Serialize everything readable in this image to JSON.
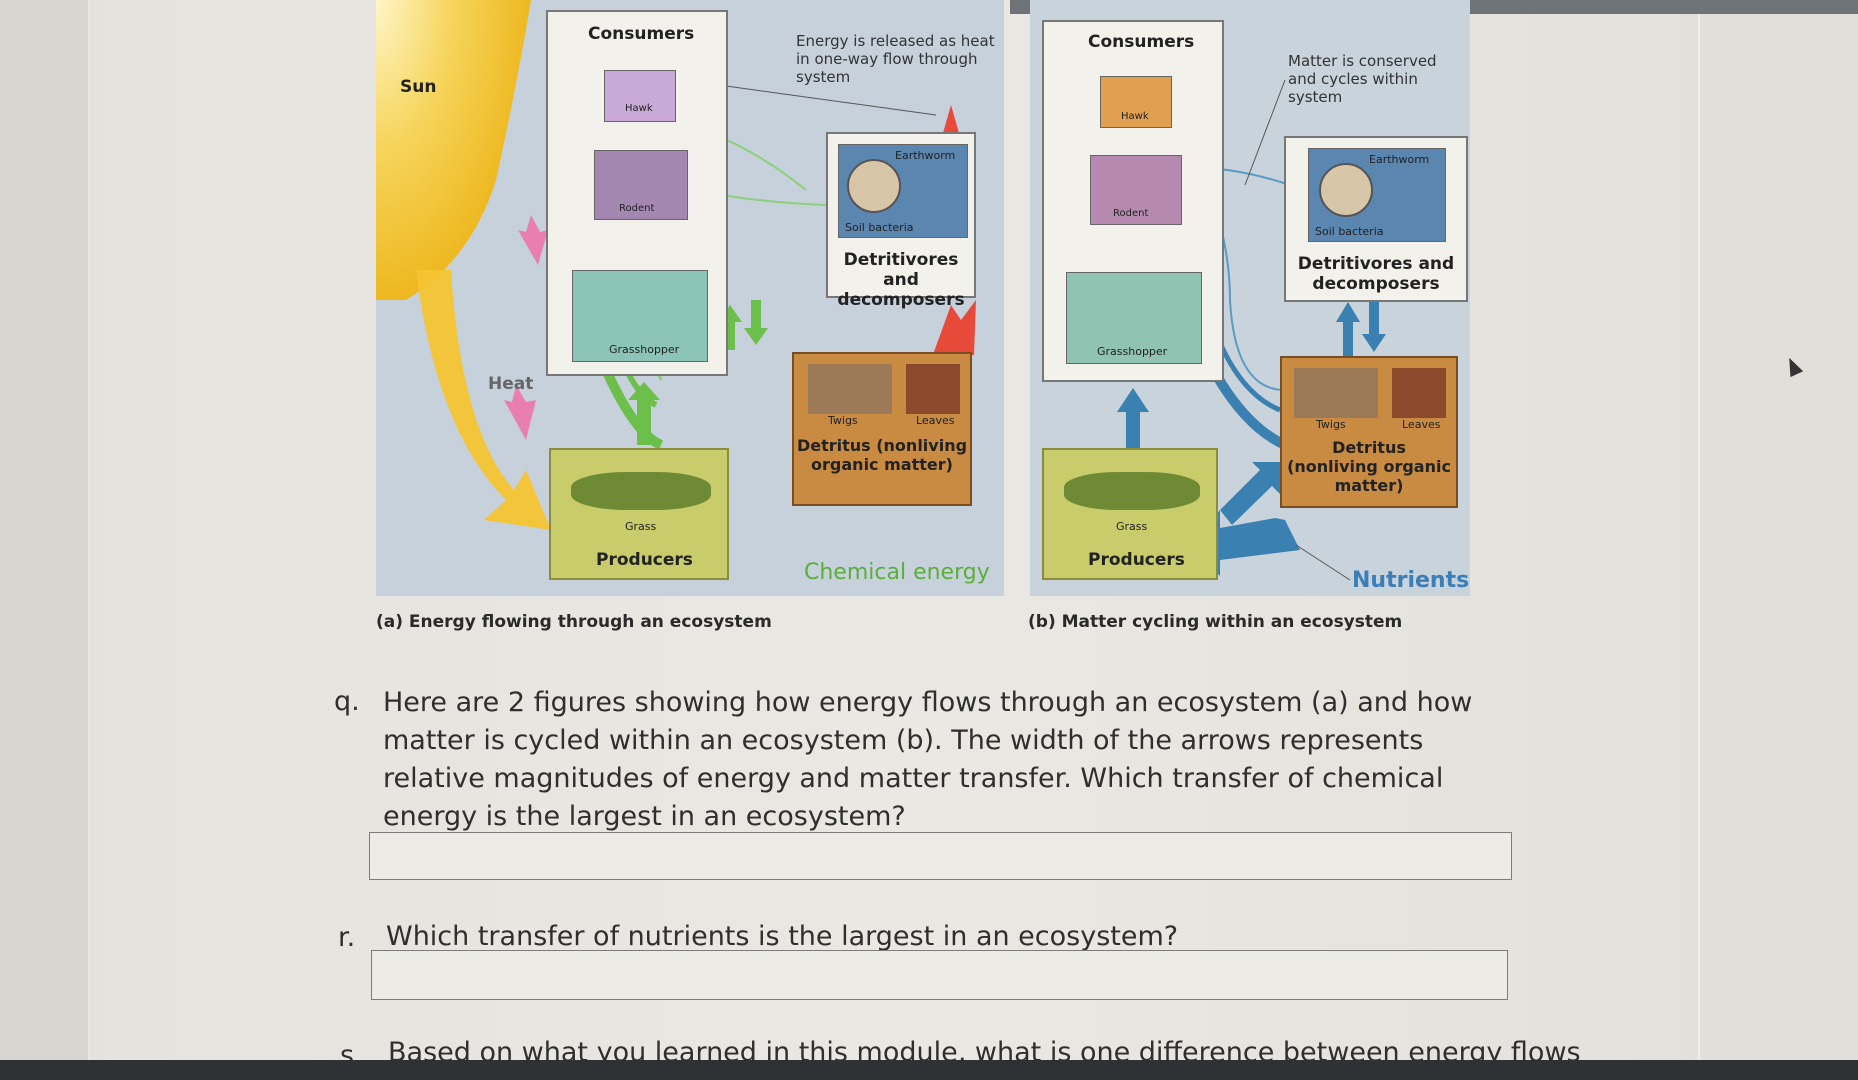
{
  "figure_a": {
    "sun_label": "Sun",
    "heat_label": "Heat",
    "consumers_label": "Consumers",
    "hawk_label": "Hawk",
    "rodent_label": "Rodent",
    "grasshopper_label": "Grasshopper",
    "grass_label": "Grass",
    "producers_label": "Producers",
    "heat_note": "Energy is released as heat in one-way flow through system",
    "earthworm_label": "Earthworm",
    "soil_bacteria_label": "Soil bacteria",
    "detritivores_label": "Detritivores and decomposers",
    "twigs_label": "Twigs",
    "leaves_label": "Leaves",
    "detritus_label": "Detritus (nonliving organic matter)",
    "chemical_energy_label": "Chemical energy",
    "caption": "(a) Energy flowing through an ecosystem"
  },
  "figure_b": {
    "consumers_label": "Consumers",
    "hawk_label": "Hawk",
    "rodent_label": "Rodent",
    "grasshopper_label": "Grasshopper",
    "grass_label": "Grass",
    "producers_label": "Producers",
    "matter_note": "Matter is conserved and cycles within system",
    "earthworm_label": "Earthworm",
    "soil_bacteria_label": "Soil bacteria",
    "detritivores_label": "Detritivores and decomposers",
    "twigs_label": "Twigs",
    "leaves_label": "Leaves",
    "detritus_label": "Detritus (nonliving organic matter)",
    "nutrients_label": "Nutrients",
    "caption": "(b) Matter cycling within an ecosystem"
  },
  "questions": [
    {
      "letter": "q.",
      "text": "Here are 2 figures showing how energy flows through an ecosystem (a) and how matter is cycled within an ecosystem (b).  The width of the arrows represents relative magnitudes of energy and matter transfer.  Which transfer of chemical energy is the largest in an ecosystem?",
      "answer": ""
    },
    {
      "letter": "r.",
      "text": "Which transfer of nutrients is the largest in an ecosystem?",
      "answer": ""
    },
    {
      "letter": "s.",
      "text": "Based on what you learned in this module, what is one difference between energy flows"
    }
  ],
  "colors": {
    "green_arrow": "#6cbf4a",
    "blue_arrow": "#3a80b0",
    "red_arrow": "#e84a3a",
    "pink_arrow": "#e97fb0",
    "sun": "#f4c431",
    "chemical_energy_text": "#5cae3a",
    "nutrients_text": "#3a7fb8"
  },
  "icons": {
    "cursor": "arrow-cursor-icon"
  }
}
